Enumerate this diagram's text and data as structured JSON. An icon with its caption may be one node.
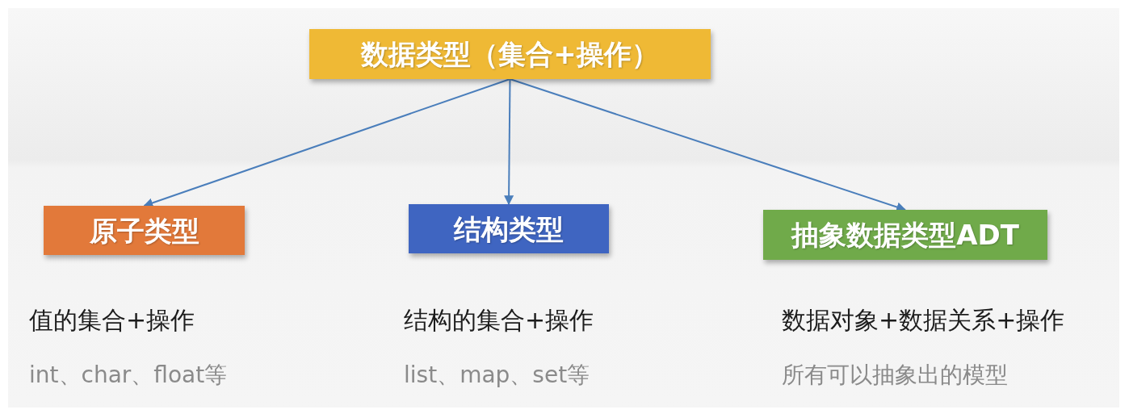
{
  "diagram": {
    "nodes": [
      {
        "text": [
          "数据类型（集合+操作）"
        ]
      },
      {
        "text": [
          "原子类型"
        ]
      },
      {
        "text": [
          "结构类型"
        ]
      },
      {
        "text": [
          "抽象数据类型ADT"
        ]
      }
    ],
    "edges": [
      {
        "from": 0,
        "to": 1,
        "arrow": "to"
      },
      {
        "from": 0,
        "to": 2,
        "arrow": "to"
      },
      {
        "from": 0,
        "to": 3,
        "arrow": "to"
      }
    ],
    "labels": [
      "值的集合+操作",
      "结构的集合+操作",
      "数据对象+数据关系+操作",
      "int、char、float等",
      "list、map、set等",
      "所有可以抽象出的模型"
    ]
  }
}
